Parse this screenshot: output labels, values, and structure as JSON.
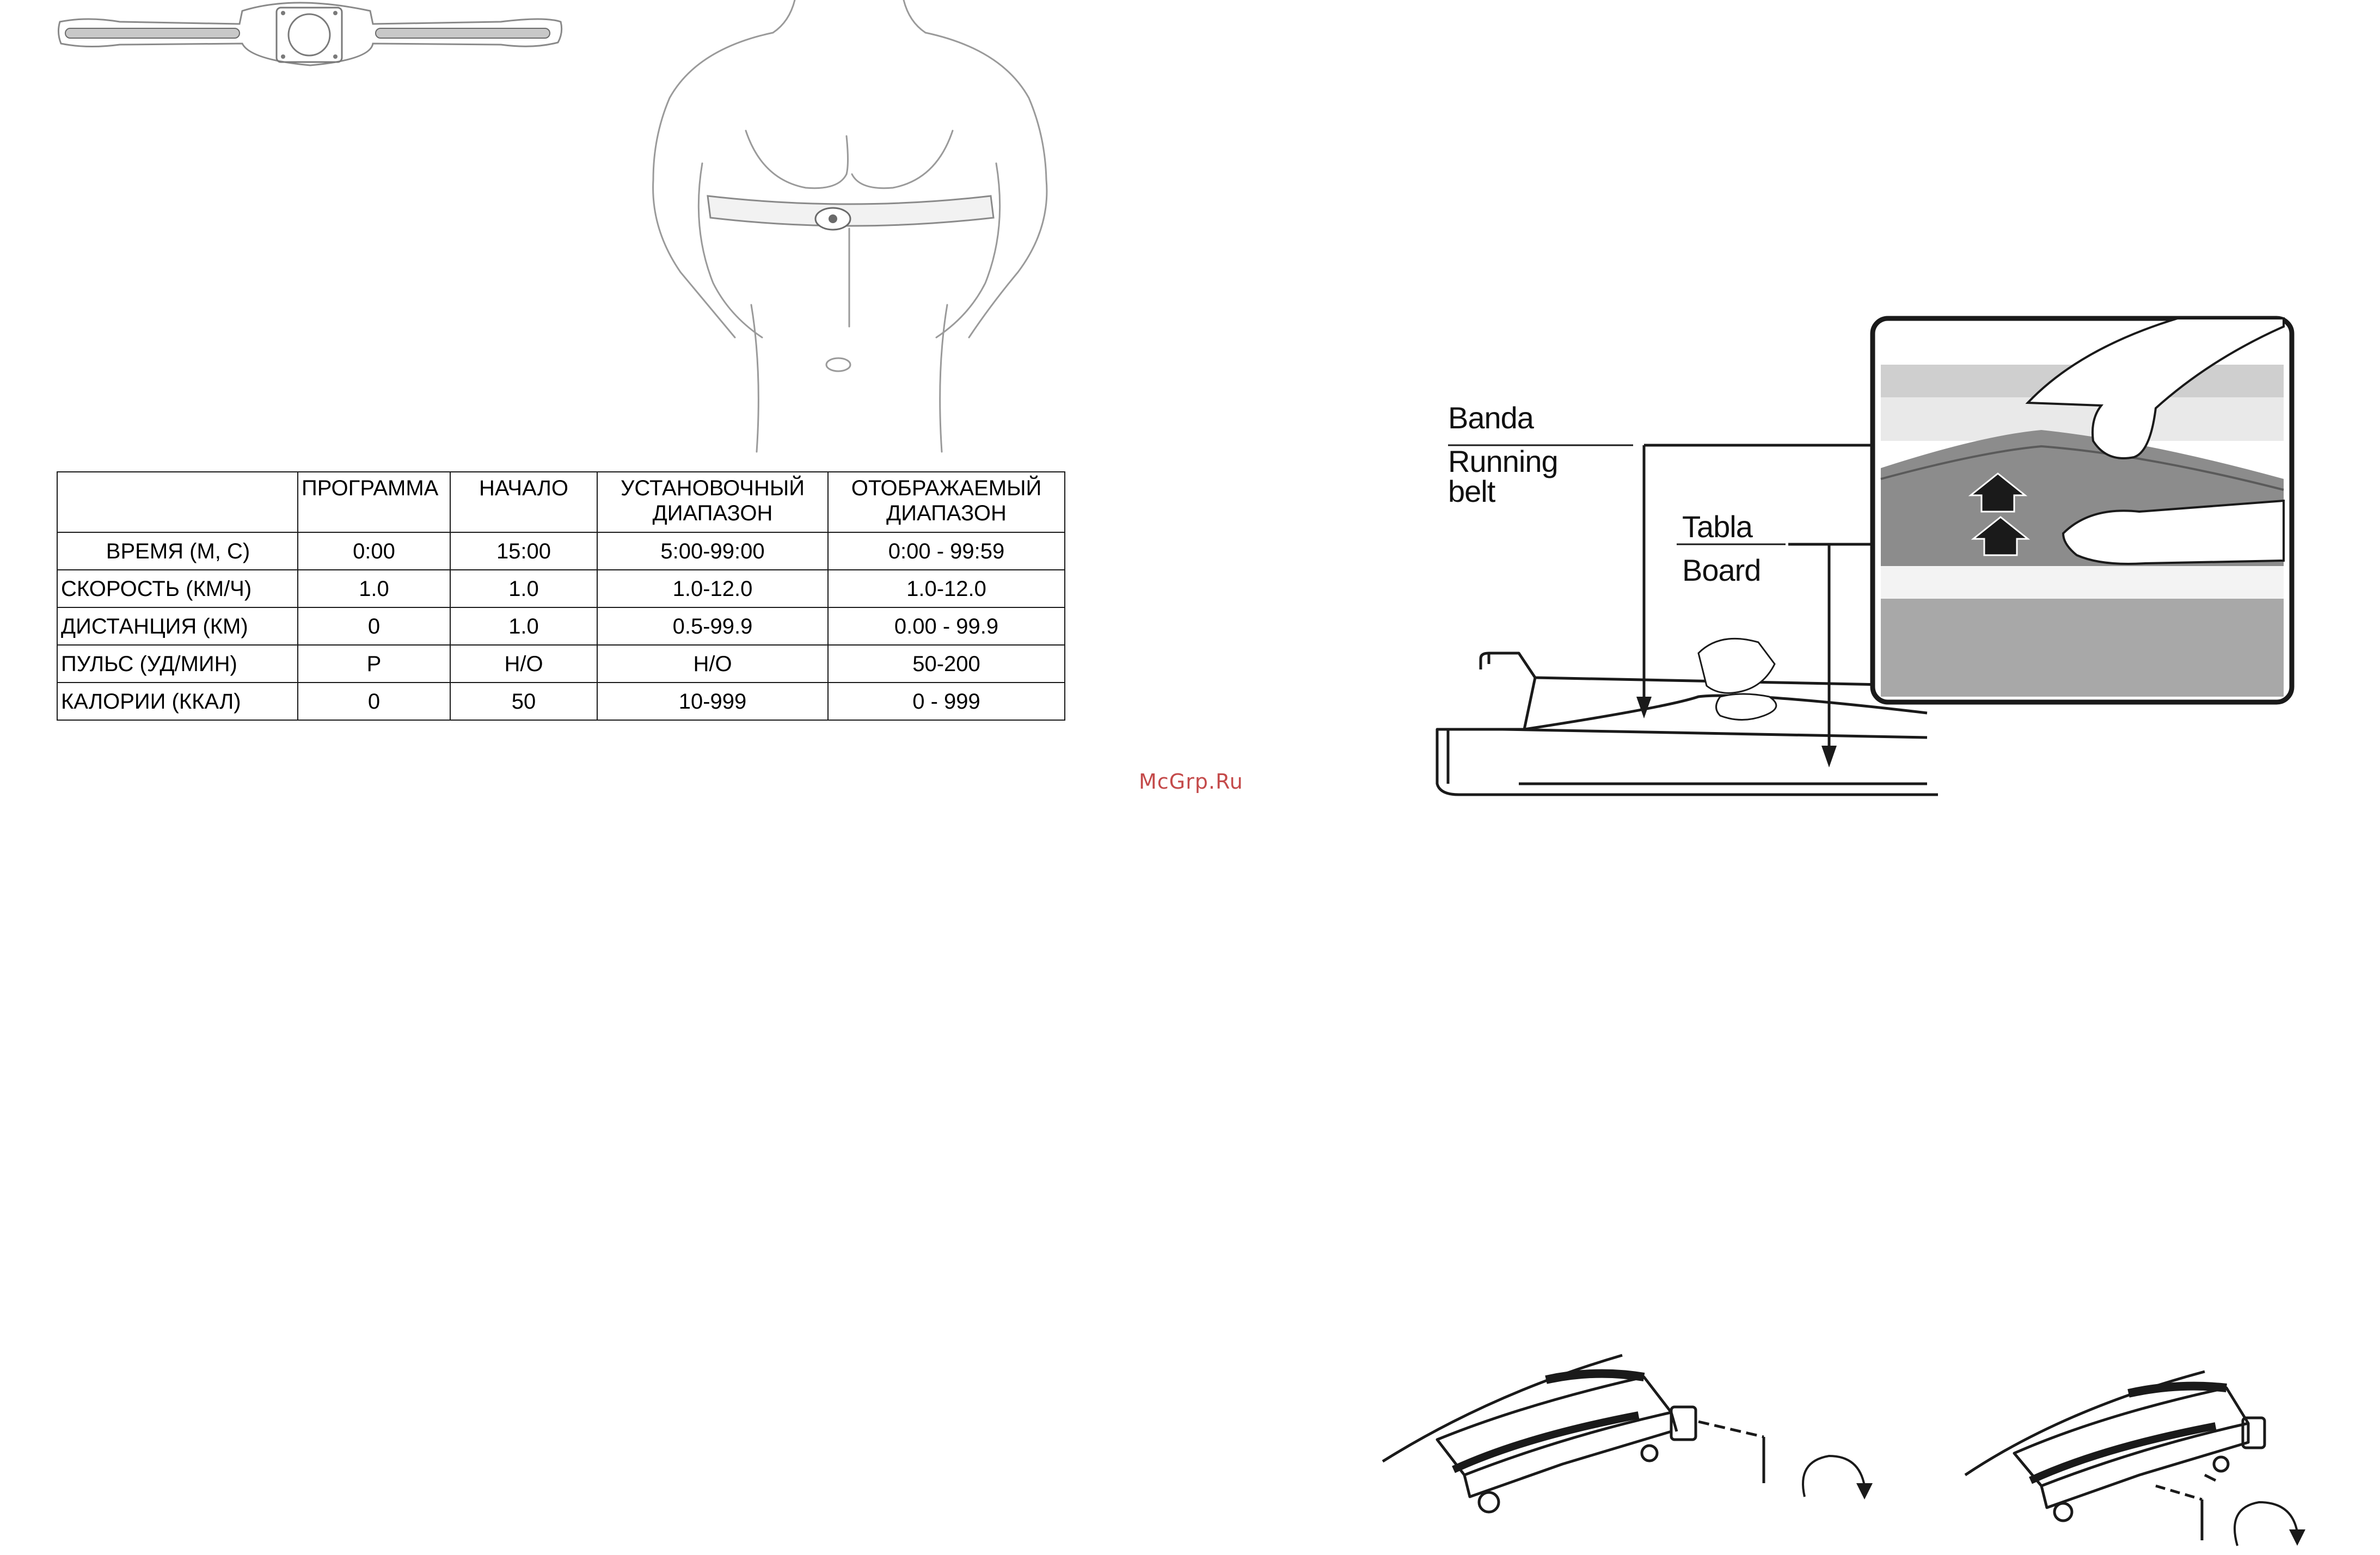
{
  "table": {
    "headers": [
      "",
      "ПРОГРАММА",
      "НАЧАЛО",
      "УСТАНОВОЧНЫЙ ДИАПАЗОН",
      "ОТОБРАЖАЕМЫЙ ДИАПАЗОН"
    ],
    "header_lines": {
      "col3_line1": "УСТАНОВОЧНЫЙ",
      "col3_line2": "ДИАПАЗОН",
      "col4_line1": "ОТОБРАЖАЕМЫЙ",
      "col4_line2": "ДИАПАЗОН"
    },
    "rows": [
      [
        "ВРЕМЯ (М, С)",
        "0:00",
        "15:00",
        "5:00-99:00",
        "0:00 - 99:59"
      ],
      [
        "СКОРОСТЬ (КМ/Ч)",
        "1.0",
        "1.0",
        "1.0-12.0",
        "1.0-12.0"
      ],
      [
        "ДИСТАНЦИЯ (КМ)",
        "0",
        "1.0",
        "0.5-99.9",
        "0.00 - 99.9"
      ],
      [
        "ПУЛЬС (УД/МИН)",
        "P",
        "Н/О",
        "Н/О",
        "50-200"
      ],
      [
        "КАЛОРИИ (ККАЛ)",
        "0",
        "50",
        "10-999",
        "0 - 999"
      ]
    ]
  },
  "watermark": "McGrp.Ru",
  "figure_labels": {
    "banda": "Banda",
    "running_belt_line1": "Running",
    "running_belt_line2": "belt",
    "tabla": "Tabla",
    "board": "Board"
  },
  "colors": {
    "text": "#000000",
    "line_art": "#9a9a9a",
    "dark_art": "#1a1a1a",
    "watermark": "#c44a4a",
    "inset_gray": "#8c8c8c"
  }
}
